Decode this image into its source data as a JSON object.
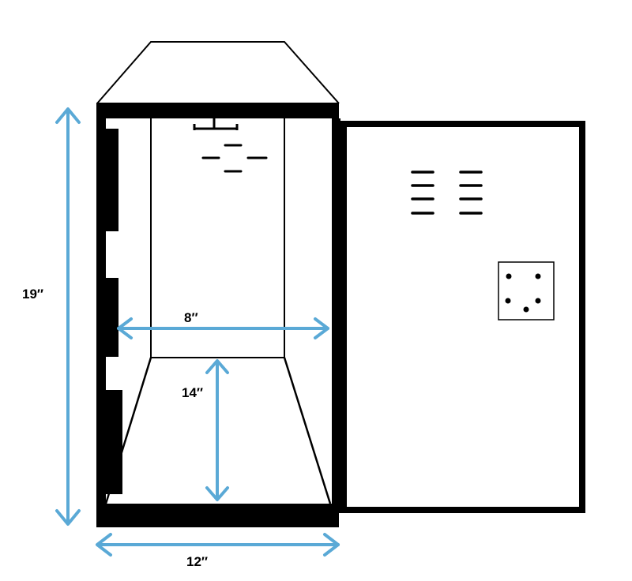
{
  "colors": {
    "outline": "#000000",
    "dimension": "#5aa9d6",
    "background": "#ffffff"
  },
  "dimensions": {
    "height": "19″",
    "width": "12″",
    "inner_width": "8″",
    "depth": "14″"
  }
}
